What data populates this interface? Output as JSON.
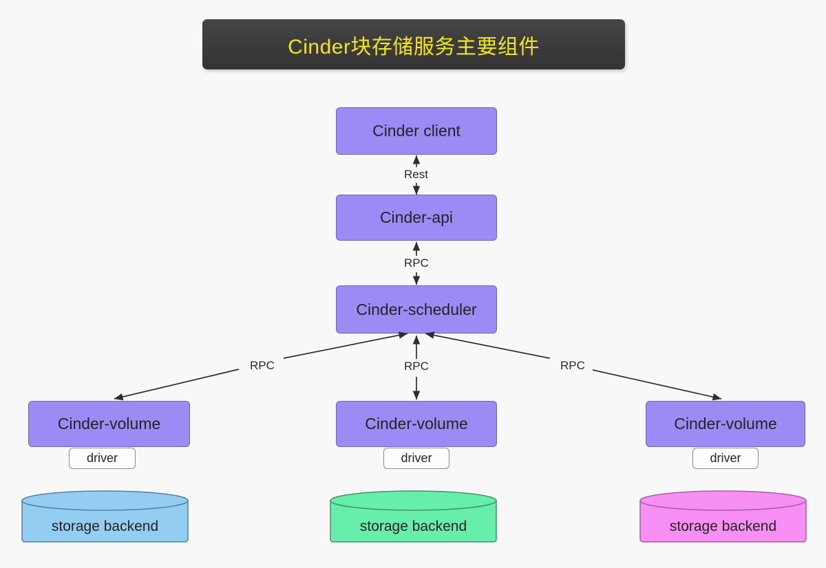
{
  "diagram": {
    "title": "Cinder块存储服务主要组件",
    "background_color": "#f8f8f8",
    "title_bar_color": "#3c3c3c",
    "title_text_color": "#f2e415",
    "node_fill": "#9b8cf5",
    "node_stroke": "#6f62b8",
    "edge_color": "#333333"
  },
  "nodes": {
    "client": "Cinder client",
    "api": "Cinder-api",
    "scheduler": "Cinder-scheduler",
    "volume_left": "Cinder-volume",
    "volume_center": "Cinder-volume",
    "volume_right": "Cinder-volume",
    "driver_left": "driver",
    "driver_center": "driver",
    "driver_right": "driver",
    "backend_left": "storage backend",
    "backend_center": "storage backend",
    "backend_right": "storage backend"
  },
  "backend_colors": {
    "left": "#94cdf2",
    "left_stroke": "#4f7fa8",
    "center": "#68eeab",
    "center_stroke": "#3f9168",
    "right": "#f78ff5",
    "right_stroke": "#a95ba6"
  },
  "edges": [
    {
      "id": "client-api",
      "label": "Rest",
      "from": "client",
      "to": "api",
      "direction": "both"
    },
    {
      "id": "api-scheduler",
      "label": "RPC",
      "from": "api",
      "to": "scheduler",
      "direction": "both"
    },
    {
      "id": "scheduler-volume-left",
      "label": "RPC",
      "from": "scheduler",
      "to": "volume_left",
      "direction": "both"
    },
    {
      "id": "scheduler-volume-center",
      "label": "RPC",
      "from": "scheduler",
      "to": "volume_center",
      "direction": "both"
    },
    {
      "id": "scheduler-volume-right",
      "label": "RPC",
      "from": "scheduler",
      "to": "volume_right",
      "direction": "both"
    }
  ]
}
